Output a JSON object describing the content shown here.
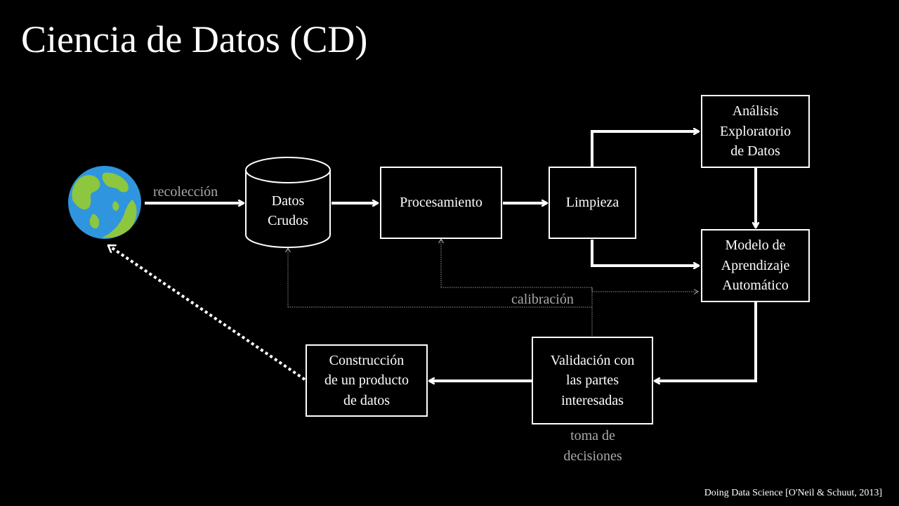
{
  "title": "Ciencia de Datos (CD)",
  "nodes": {
    "datos_crudos": "Datos\nCrudos",
    "procesamiento": "Procesamiento",
    "limpieza": "Limpieza",
    "analisis": "Análisis\nExploratorio\nde Datos",
    "modelo": "Modelo de\nAprendizaje\nAutomático",
    "validacion": "Validación con\nlas partes\ninteresadas",
    "construccion": "Construcción\nde un producto\nde datos"
  },
  "edge_labels": {
    "recoleccion": "recolección",
    "calibracion": "calibración",
    "toma_decisiones": "toma de\ndecisiones"
  },
  "icons": {
    "world": "globe-icon"
  },
  "colors": {
    "background": "#000000",
    "foreground": "#ffffff",
    "muted_label": "#a9a9a9",
    "globe_ocean": "#2f95de",
    "globe_land": "#8dc63f"
  },
  "citation": "Doing Data Science [O'Neil & Schuut, 2013]"
}
